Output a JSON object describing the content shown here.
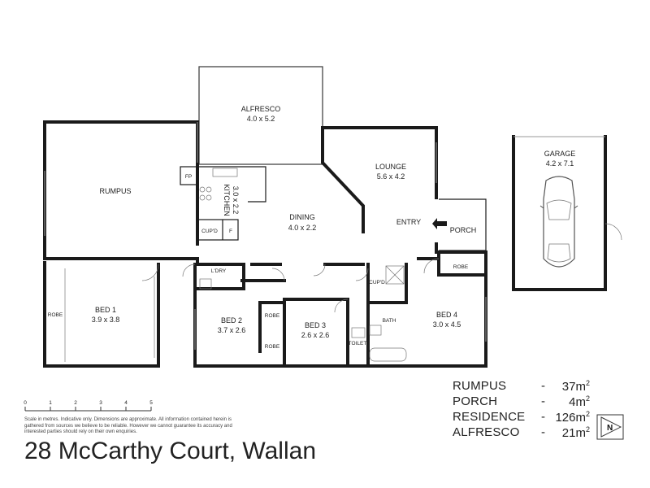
{
  "address": "28 McCarthy Court, Wallan",
  "disclaimer": "Scale in metres. Indicative only. Dimensions are approximate. All information contained herein is gathered from sources we believe to be reliable. However we cannot guarantee its accuracy and interested parties should rely on their own enquiries.",
  "scale_ticks": [
    "0",
    "1",
    "2",
    "3",
    "4",
    "5"
  ],
  "compass_letter": "N",
  "rooms": {
    "alfresco": {
      "name": "ALFRESCO",
      "size": "4.0 x 5.2"
    },
    "rumpus": {
      "name": "RUMPUS"
    },
    "kitchen": {
      "name": "KITCHEN",
      "size": "3.0 x 2.2"
    },
    "dining": {
      "name": "DINING",
      "size": "4.0 x 2.2"
    },
    "lounge": {
      "name": "LOUNGE",
      "size": "5.6 x 4.2"
    },
    "entry": {
      "name": "ENTRY"
    },
    "porch": {
      "name": "PORCH"
    },
    "garage": {
      "name": "GARAGE",
      "size": "4.2 x 7.1"
    },
    "bed1": {
      "name": "BED 1",
      "size": "3.9 x 3.8"
    },
    "bed2": {
      "name": "BED 2",
      "size": "3.7 x 2.6"
    },
    "bed3": {
      "name": "BED 3",
      "size": "2.6 x 2.6"
    },
    "bed4": {
      "name": "BED 4",
      "size": "3.0 x 4.5"
    },
    "robe_bed1": "ROBE",
    "robe_bed2": "ROBE",
    "robe_bed3": "ROBE",
    "robe_bed4": "ROBE",
    "laundry": "L'DRY",
    "bath": "BATH",
    "toilet": "TOILET",
    "cupd_kitchen": "CUP'D",
    "cupd_hall": "CUP'D",
    "fridge": "F",
    "fireplace": "FP"
  },
  "areas": [
    {
      "label": "RUMPUS",
      "dash": "-",
      "value": "37m",
      "unit_sup": "2"
    },
    {
      "label": "PORCH",
      "dash": "-",
      "value": "4m",
      "unit_sup": "2"
    },
    {
      "label": "RESIDENCE",
      "dash": "-",
      "value": "126m",
      "unit_sup": "2"
    },
    {
      "label": "ALFRESCO",
      "dash": "-",
      "value": "21m",
      "unit_sup": "2"
    }
  ]
}
